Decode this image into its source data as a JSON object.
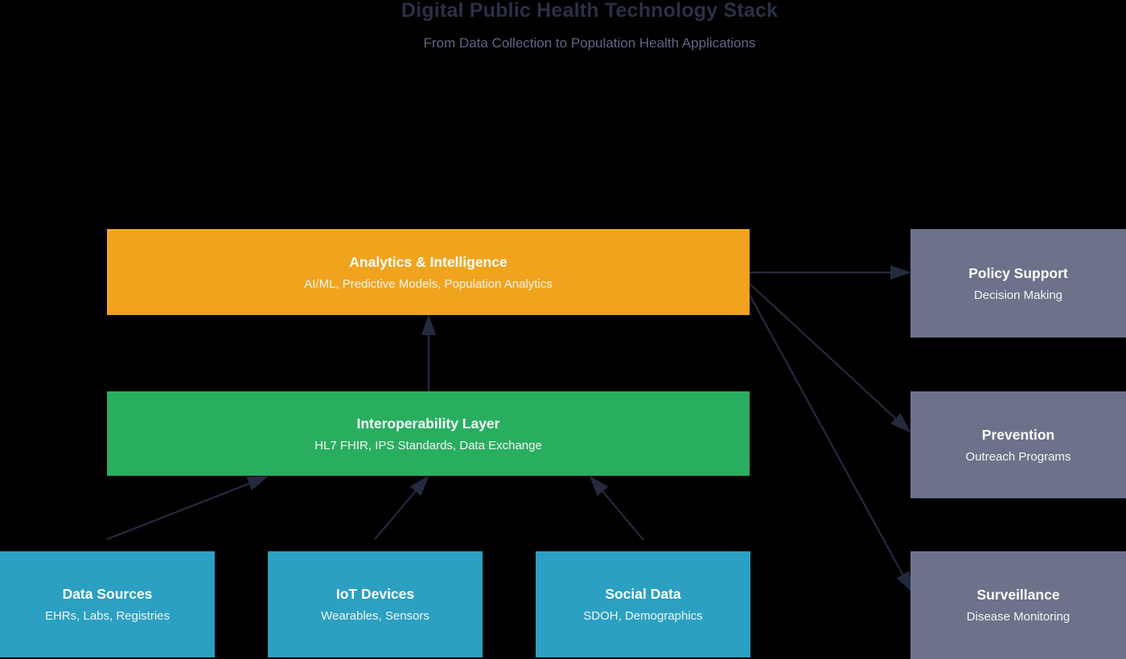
{
  "header": {
    "title": "Digital Public Health Technology Stack",
    "subtitle": "From Data Collection to Population Health Applications"
  },
  "colors": {
    "background": "#000000",
    "title_text": "#2b3048",
    "subtitle_text": "#5f6683",
    "analytics_fill": "#f0a41e",
    "interoperability_fill": "#29ae60",
    "source_fill": "#2ba0c2",
    "application_fill": "#6c7289",
    "node_text": "#ffffff",
    "edge": "#242a3e"
  },
  "nodes": {
    "analytics": {
      "label": "Analytics & Intelligence",
      "sublabel": "AI/ML, Predictive Models, Population Analytics"
    },
    "interop": {
      "label": "Interoperability Layer",
      "sublabel": "HL7 FHIR, IPS Standards, Data Exchange"
    },
    "datasources": {
      "label": "Data Sources",
      "sublabel": "EHRs, Labs, Registries"
    },
    "iot": {
      "label": "IoT Devices",
      "sublabel": "Wearables, Sensors"
    },
    "social": {
      "label": "Social Data",
      "sublabel": "SDOH, Demographics"
    },
    "policy": {
      "label": "Policy Support",
      "sublabel": "Decision Making"
    },
    "prevention": {
      "label": "Prevention",
      "sublabel": "Outreach Programs"
    },
    "surveillance": {
      "label": "Surveillance",
      "sublabel": "Disease Monitoring"
    }
  },
  "edges": [
    {
      "from": "datasources",
      "to": "interop"
    },
    {
      "from": "iot",
      "to": "interop"
    },
    {
      "from": "social",
      "to": "interop"
    },
    {
      "from": "interop",
      "to": "analytics"
    },
    {
      "from": "analytics",
      "to": "policy"
    },
    {
      "from": "analytics",
      "to": "prevention"
    },
    {
      "from": "analytics",
      "to": "surveillance"
    }
  ]
}
